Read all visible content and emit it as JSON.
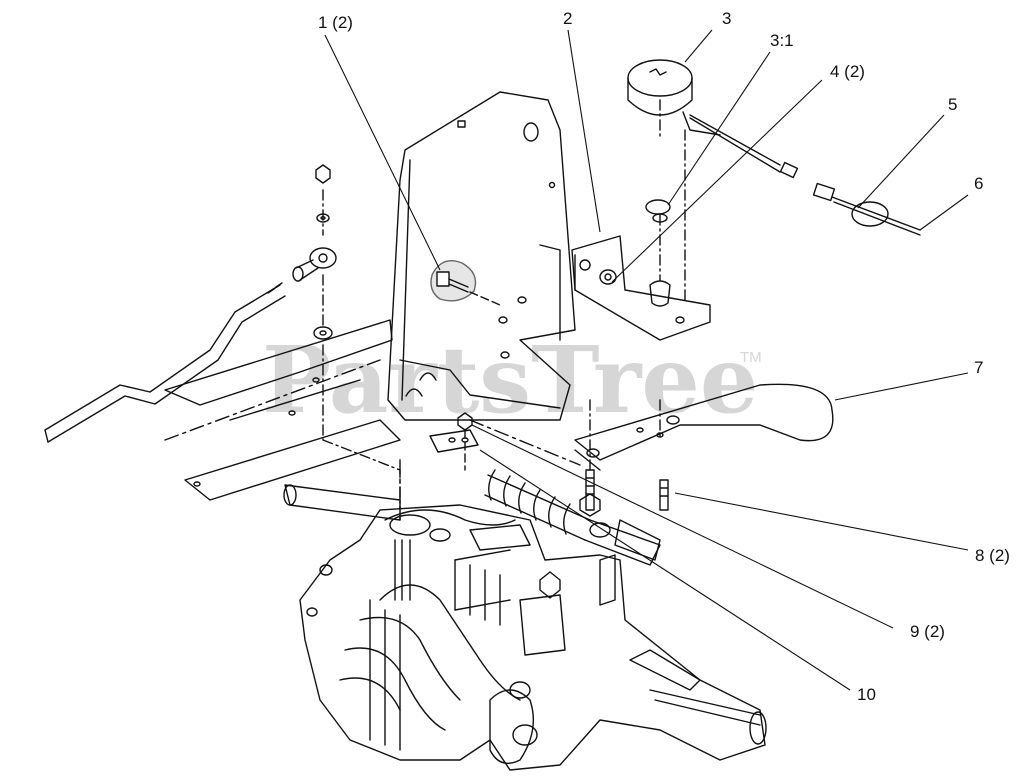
{
  "watermark": {
    "text": "PartsTree",
    "trademark": "TM",
    "color": "#d6d6d6"
  },
  "callouts": [
    {
      "id": "c1",
      "label": "1 (2)"
    },
    {
      "id": "c2",
      "label": "2"
    },
    {
      "id": "c3",
      "label": "3"
    },
    {
      "id": "c31",
      "label": "3:1"
    },
    {
      "id": "c4",
      "label": "4 (2)"
    },
    {
      "id": "c5",
      "label": "5"
    },
    {
      "id": "c6",
      "label": "6"
    },
    {
      "id": "c7",
      "label": "7"
    },
    {
      "id": "c8",
      "label": "8 (2)"
    },
    {
      "id": "c9",
      "label": "9 (2)"
    },
    {
      "id": "c10",
      "label": "10"
    }
  ],
  "colors": {
    "line": "#111111",
    "background": "#ffffff"
  }
}
